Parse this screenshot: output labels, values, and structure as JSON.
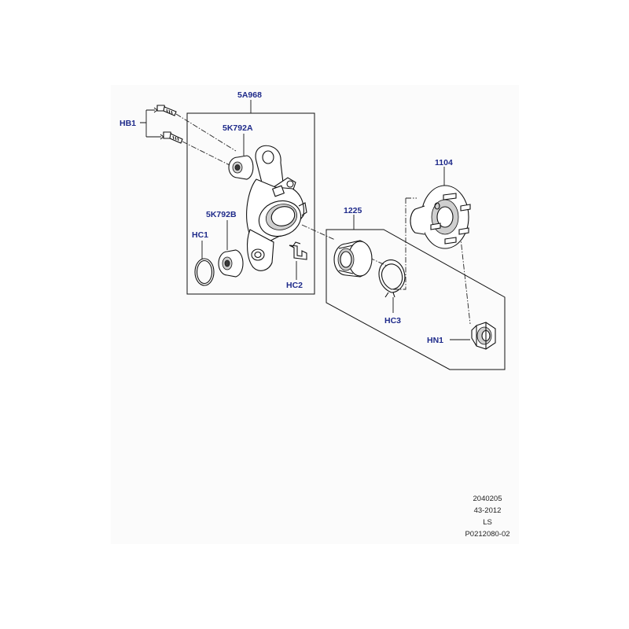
{
  "callouts": {
    "hb1": "HB1",
    "knuckle": "5A968",
    "bush_upper": "5K792A",
    "bush_lower": "5K792B",
    "hc1": "HC1",
    "hc2": "HC2",
    "bearing": "1225",
    "hc3": "HC3",
    "hub": "1104",
    "hn1": "HN1"
  },
  "reference_codes": [
    "2040205",
    "43-2012",
    "LS",
    "P0212080-02"
  ],
  "colors": {
    "callout_text": "#1e2a8a",
    "line_art": "#111111"
  }
}
